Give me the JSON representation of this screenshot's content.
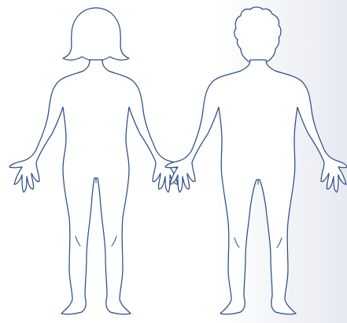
{
  "colors": {
    "outline": "#2f4e86",
    "body_fill": "#ffffff",
    "background": "#ffffff",
    "background_shade": "#e6eaf0"
  },
  "figures": [
    {
      "name": "female-body-outline",
      "view": "front"
    },
    {
      "name": "male-body-outline",
      "view": "front"
    }
  ]
}
